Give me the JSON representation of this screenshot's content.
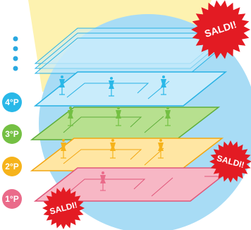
{
  "sale_badges": [
    {
      "text": "SALDI!"
    },
    {
      "text": "SALDI!"
    },
    {
      "text": "SALDI!"
    }
  ],
  "floors": [
    {
      "label": "4°P",
      "color": "#29b8e8",
      "plate_fill": "#c9ecfb",
      "stroke": "#28b2e4"
    },
    {
      "label": "3°P",
      "color": "#74c043",
      "plate_fill": "#b7e08f",
      "stroke": "#5fae3a"
    },
    {
      "label": "2°P",
      "color": "#f6b31b",
      "plate_fill": "#ffe6a3",
      "stroke": "#f2a612"
    },
    {
      "label": "1°P",
      "color": "#ea6b8a",
      "plate_fill": "#f7b7c5",
      "stroke": "#e0577a"
    }
  ],
  "colors": {
    "background_circle": "#a8dcf5",
    "beam": "#fdf2b0",
    "sale_burst": "#e31b23",
    "progress_dots": "#29a8e0"
  },
  "icons": [
    "mannequin-icon",
    "sale-burst-icon",
    "progress-dots"
  ]
}
